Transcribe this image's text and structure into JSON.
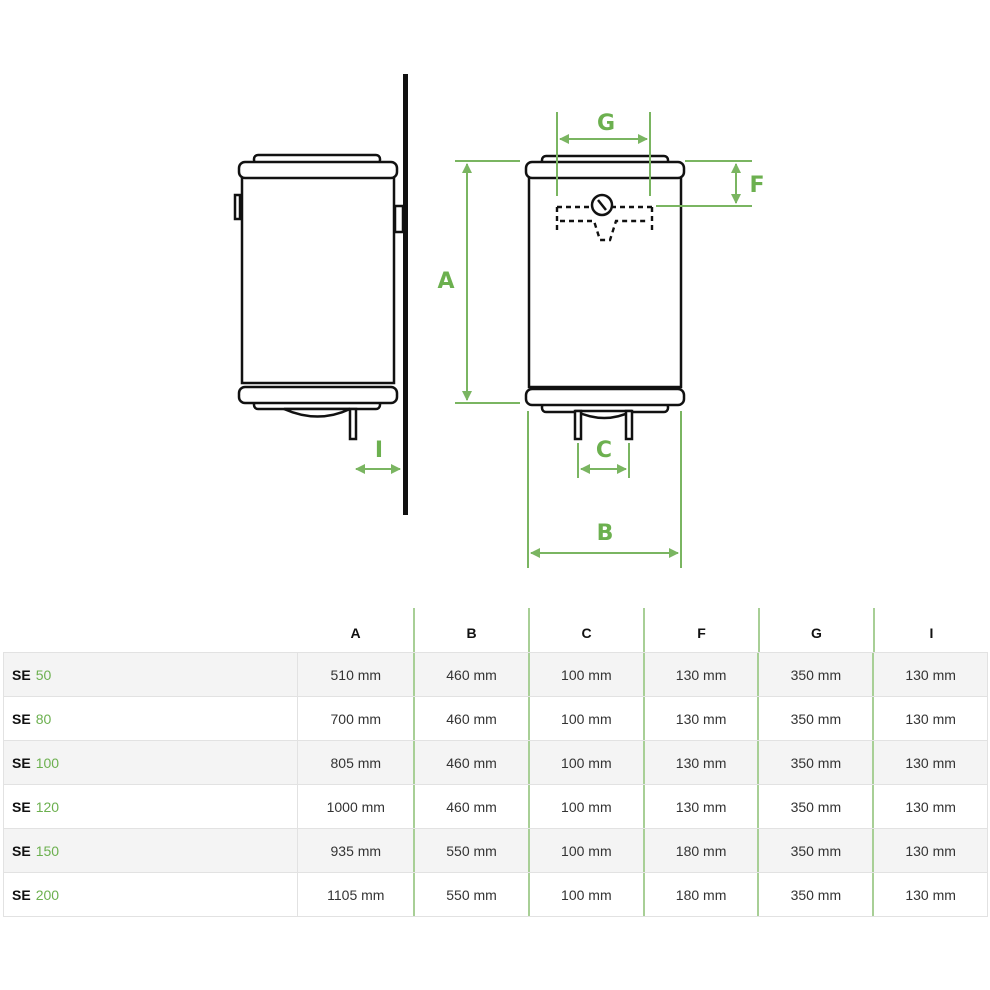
{
  "diagram": {
    "labels": {
      "A": "A",
      "B": "B",
      "C": "C",
      "F": "F",
      "G": "G",
      "I": "I"
    },
    "accent_color": "#6cb04f"
  },
  "table": {
    "headers": [
      "",
      "A",
      "B",
      "C",
      "F",
      "G",
      "I"
    ],
    "rows": [
      {
        "prefix": "SE",
        "model": "50",
        "values": [
          "510 mm",
          "460 mm",
          "100 mm",
          "130 mm",
          "350 mm",
          "130 mm"
        ]
      },
      {
        "prefix": "SE",
        "model": "80",
        "values": [
          "700 mm",
          "460 mm",
          "100 mm",
          "130 mm",
          "350 mm",
          "130 mm"
        ]
      },
      {
        "prefix": "SE",
        "model": "100",
        "values": [
          "805 mm",
          "460 mm",
          "100 mm",
          "130 mm",
          "350 mm",
          "130 mm"
        ]
      },
      {
        "prefix": "SE",
        "model": "120",
        "values": [
          "1000 mm",
          "460 mm",
          "100 mm",
          "130 mm",
          "350 mm",
          "130 mm"
        ]
      },
      {
        "prefix": "SE",
        "model": "150",
        "values": [
          "935 mm",
          "550 mm",
          "100 mm",
          "180 mm",
          "350 mm",
          "130 mm"
        ]
      },
      {
        "prefix": "SE",
        "model": "200",
        "values": [
          "1105 mm",
          "550 mm",
          "100 mm",
          "180 mm",
          "350 mm",
          "130 mm"
        ]
      }
    ]
  }
}
